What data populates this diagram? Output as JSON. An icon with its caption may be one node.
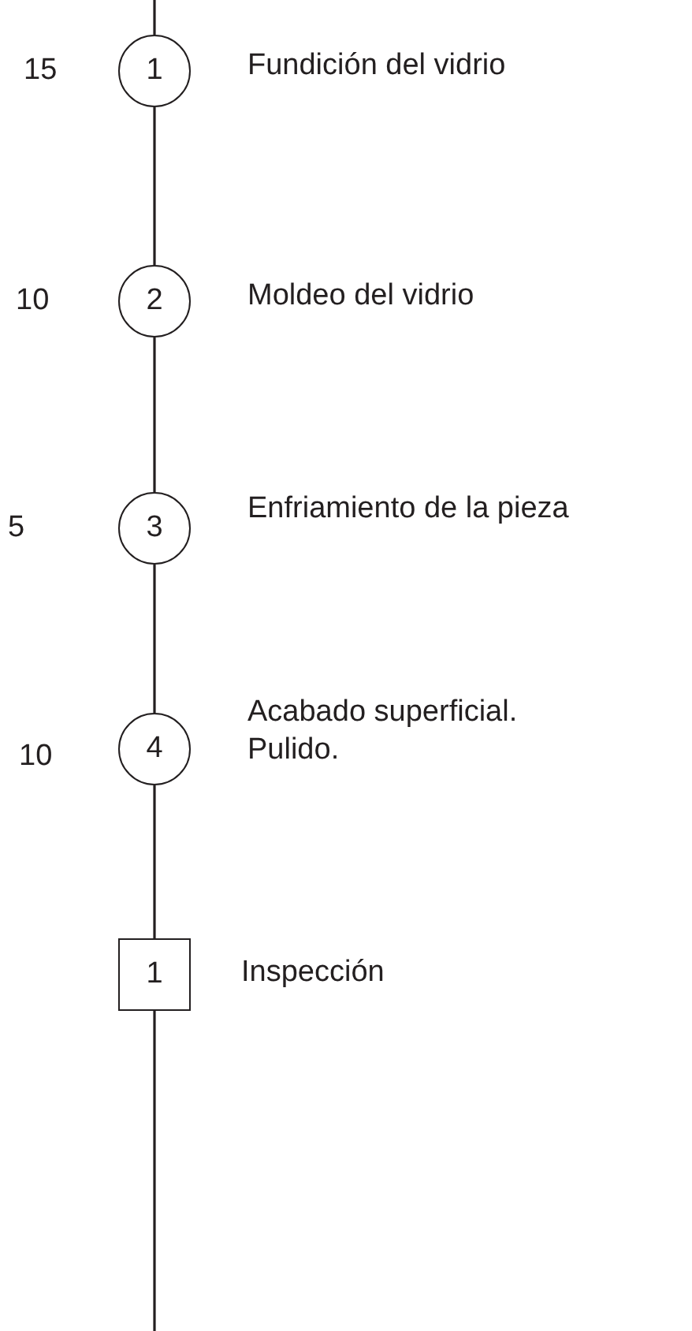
{
  "diagram": {
    "nodes": [
      {
        "text": [
          "1"
        ],
        "beside": [
          "Fundición del vidrio",
          "15"
        ]
      },
      {
        "text": [
          "2"
        ],
        "beside": [
          "Moldeo del vidrio",
          "10"
        ]
      },
      {
        "text": [
          "3"
        ],
        "beside": [
          "Enfriamiento de la pieza",
          "5"
        ]
      },
      {
        "text": [
          "4"
        ],
        "beside": [
          "Acabado superficial. Pulido.",
          "10"
        ]
      },
      {
        "text": [
          "1"
        ],
        "beside": [
          "Inspección"
        ]
      }
    ],
    "edges": [
      {
        "from": null,
        "to": 0,
        "arrow": "none"
      },
      {
        "from": 0,
        "to": 1,
        "arrow": "none"
      },
      {
        "from": 1,
        "to": 2,
        "arrow": "none"
      },
      {
        "from": 2,
        "to": 3,
        "arrow": "none"
      },
      {
        "from": 3,
        "to": 4,
        "arrow": "none"
      },
      {
        "from": 4,
        "to": null,
        "arrow": "none"
      }
    ]
  }
}
